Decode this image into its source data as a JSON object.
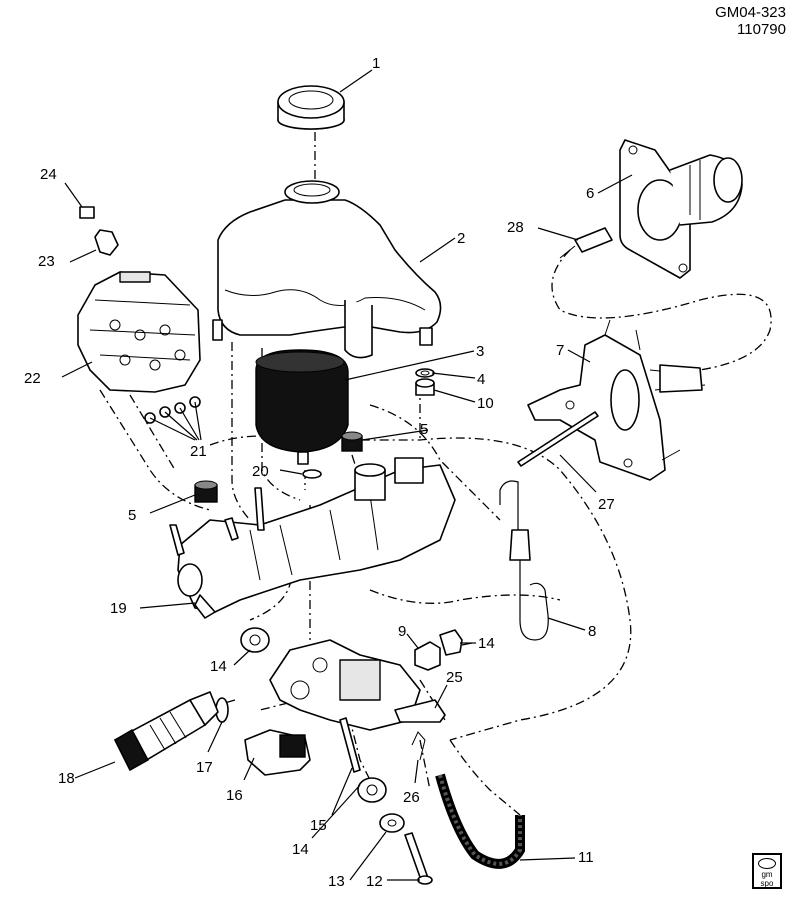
{
  "header": {
    "code": "GM04-323",
    "number": "110790"
  },
  "logo": {
    "text": "gm spo"
  },
  "callouts": [
    {
      "id": "c1",
      "label": "1"
    },
    {
      "id": "c2",
      "label": "2"
    },
    {
      "id": "c3",
      "label": "3"
    },
    {
      "id": "c4",
      "label": "4"
    },
    {
      "id": "c5a",
      "label": "5"
    },
    {
      "id": "c5b",
      "label": "5"
    },
    {
      "id": "c6",
      "label": "6"
    },
    {
      "id": "c7",
      "label": "7"
    },
    {
      "id": "c8",
      "label": "8"
    },
    {
      "id": "c9",
      "label": "9"
    },
    {
      "id": "c10",
      "label": "10"
    },
    {
      "id": "c11",
      "label": "11"
    },
    {
      "id": "c12",
      "label": "12"
    },
    {
      "id": "c13",
      "label": "13"
    },
    {
      "id": "c14a",
      "label": "14"
    },
    {
      "id": "c14b",
      "label": "14"
    },
    {
      "id": "c14c",
      "label": "14"
    },
    {
      "id": "c15",
      "label": "15"
    },
    {
      "id": "c16",
      "label": "16"
    },
    {
      "id": "c17",
      "label": "17"
    },
    {
      "id": "c18",
      "label": "18"
    },
    {
      "id": "c19",
      "label": "19"
    },
    {
      "id": "c20",
      "label": "20"
    },
    {
      "id": "c21",
      "label": "21"
    },
    {
      "id": "c22",
      "label": "22"
    },
    {
      "id": "c23",
      "label": "23"
    },
    {
      "id": "c24",
      "label": "24"
    },
    {
      "id": "c25",
      "label": "25"
    },
    {
      "id": "c26",
      "label": "26"
    },
    {
      "id": "c27",
      "label": "27"
    },
    {
      "id": "c28",
      "label": "28"
    }
  ]
}
